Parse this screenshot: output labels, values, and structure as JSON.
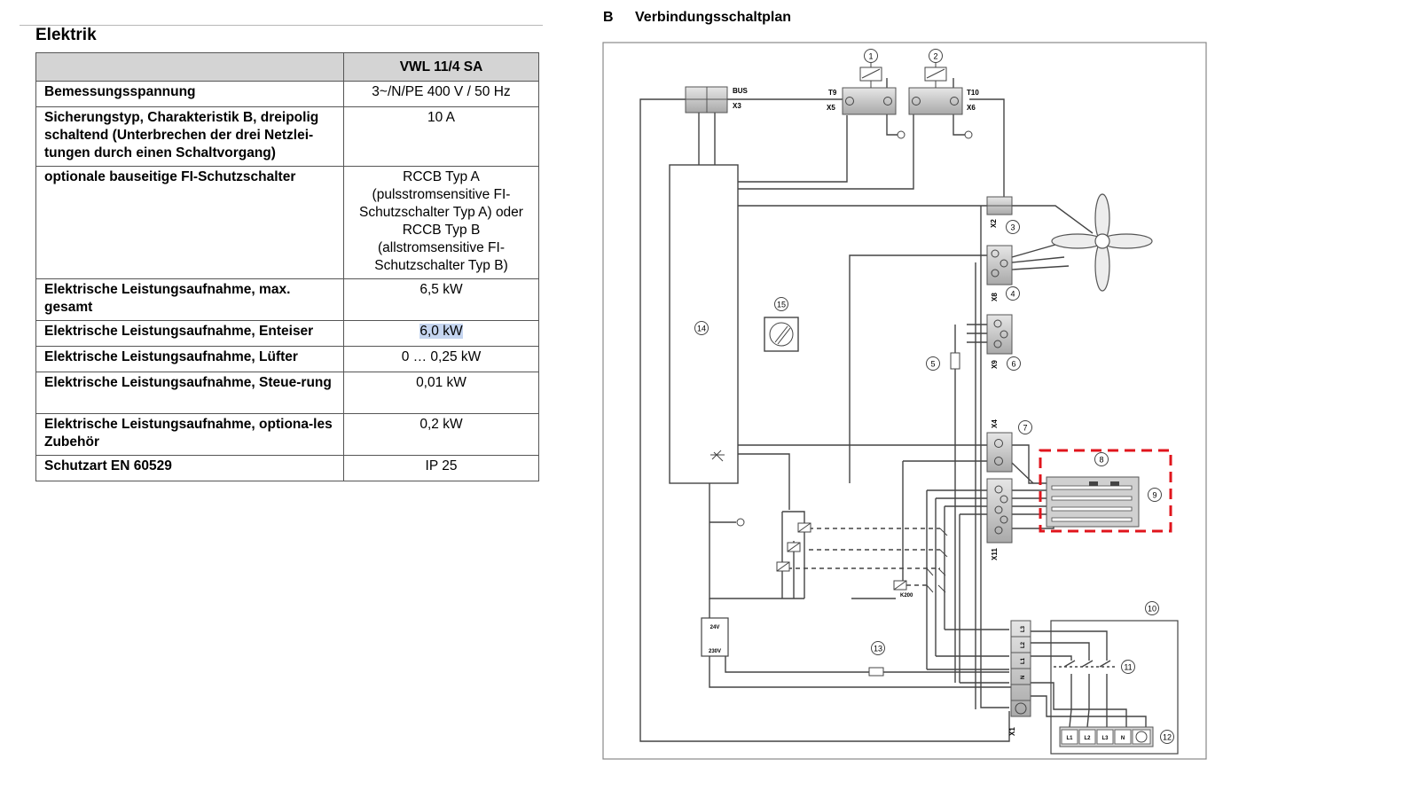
{
  "left": {
    "section_title": "Elektrik",
    "table": {
      "header_value": "VWL 11/4 SA",
      "rows": [
        {
          "key": "Bemessungsspannung",
          "value": "3~/N/PE 400 V / 50 Hz"
        },
        {
          "key": "Sicherungstyp, Charakteristik B, dreipolig schaltend (Unterbrechen der drei Netzlei-tungen durch einen Schaltvorgang)",
          "value": "10 A"
        },
        {
          "key": "optionale bauseitige FI-Schutzschalter",
          "value": "RCCB Typ A (pulsstromsensitive FI-Schutzschalter Typ A) oder RCCB Typ B (allstromsensitive FI-Schutzschalter Typ B)"
        },
        {
          "key": "Elektrische Leistungsaufnahme, max. gesamt",
          "value": "6,5 kW"
        },
        {
          "key": "Elektrische Leistungsaufnahme, Enteiser",
          "value": "6,0 kW"
        },
        {
          "key": "Elektrische Leistungsaufnahme, Lüfter",
          "value": "0 … 0,25 kW"
        },
        {
          "key": "Elektrische Leistungsaufnahme, Steue-rung",
          "value": "0,01 kW"
        },
        {
          "key": "Elektrische Leistungsaufnahme, optiona-les Zubehör",
          "value": "0,2 kW"
        },
        {
          "key": "Schutzart EN 60529",
          "value": "IP 25"
        }
      ]
    }
  },
  "right": {
    "label": "B",
    "title": "Verbindungsschaltplan",
    "terminals": {
      "bus": "BUS",
      "x3": "X3",
      "t9": "T9",
      "x5": "X5",
      "t10": "T10",
      "x6": "X6",
      "x2": "X2",
      "x8": "X8",
      "x9": "X9",
      "x4": "X4",
      "x11": "X11",
      "x1": "X1",
      "k200": "K200",
      "v24": "24V",
      "v230": "230V",
      "x1_l3": "L3",
      "x1_l2": "L2",
      "x1_l1": "L1",
      "x1_n": "N",
      "mains_l1": "L1",
      "mains_l2": "L2",
      "mains_l3": "L3",
      "mains_n": "N"
    },
    "callouts": [
      "1",
      "2",
      "3",
      "4",
      "5",
      "6",
      "7",
      "8",
      "9",
      "10",
      "11",
      "12",
      "13",
      "14",
      "15"
    ]
  }
}
